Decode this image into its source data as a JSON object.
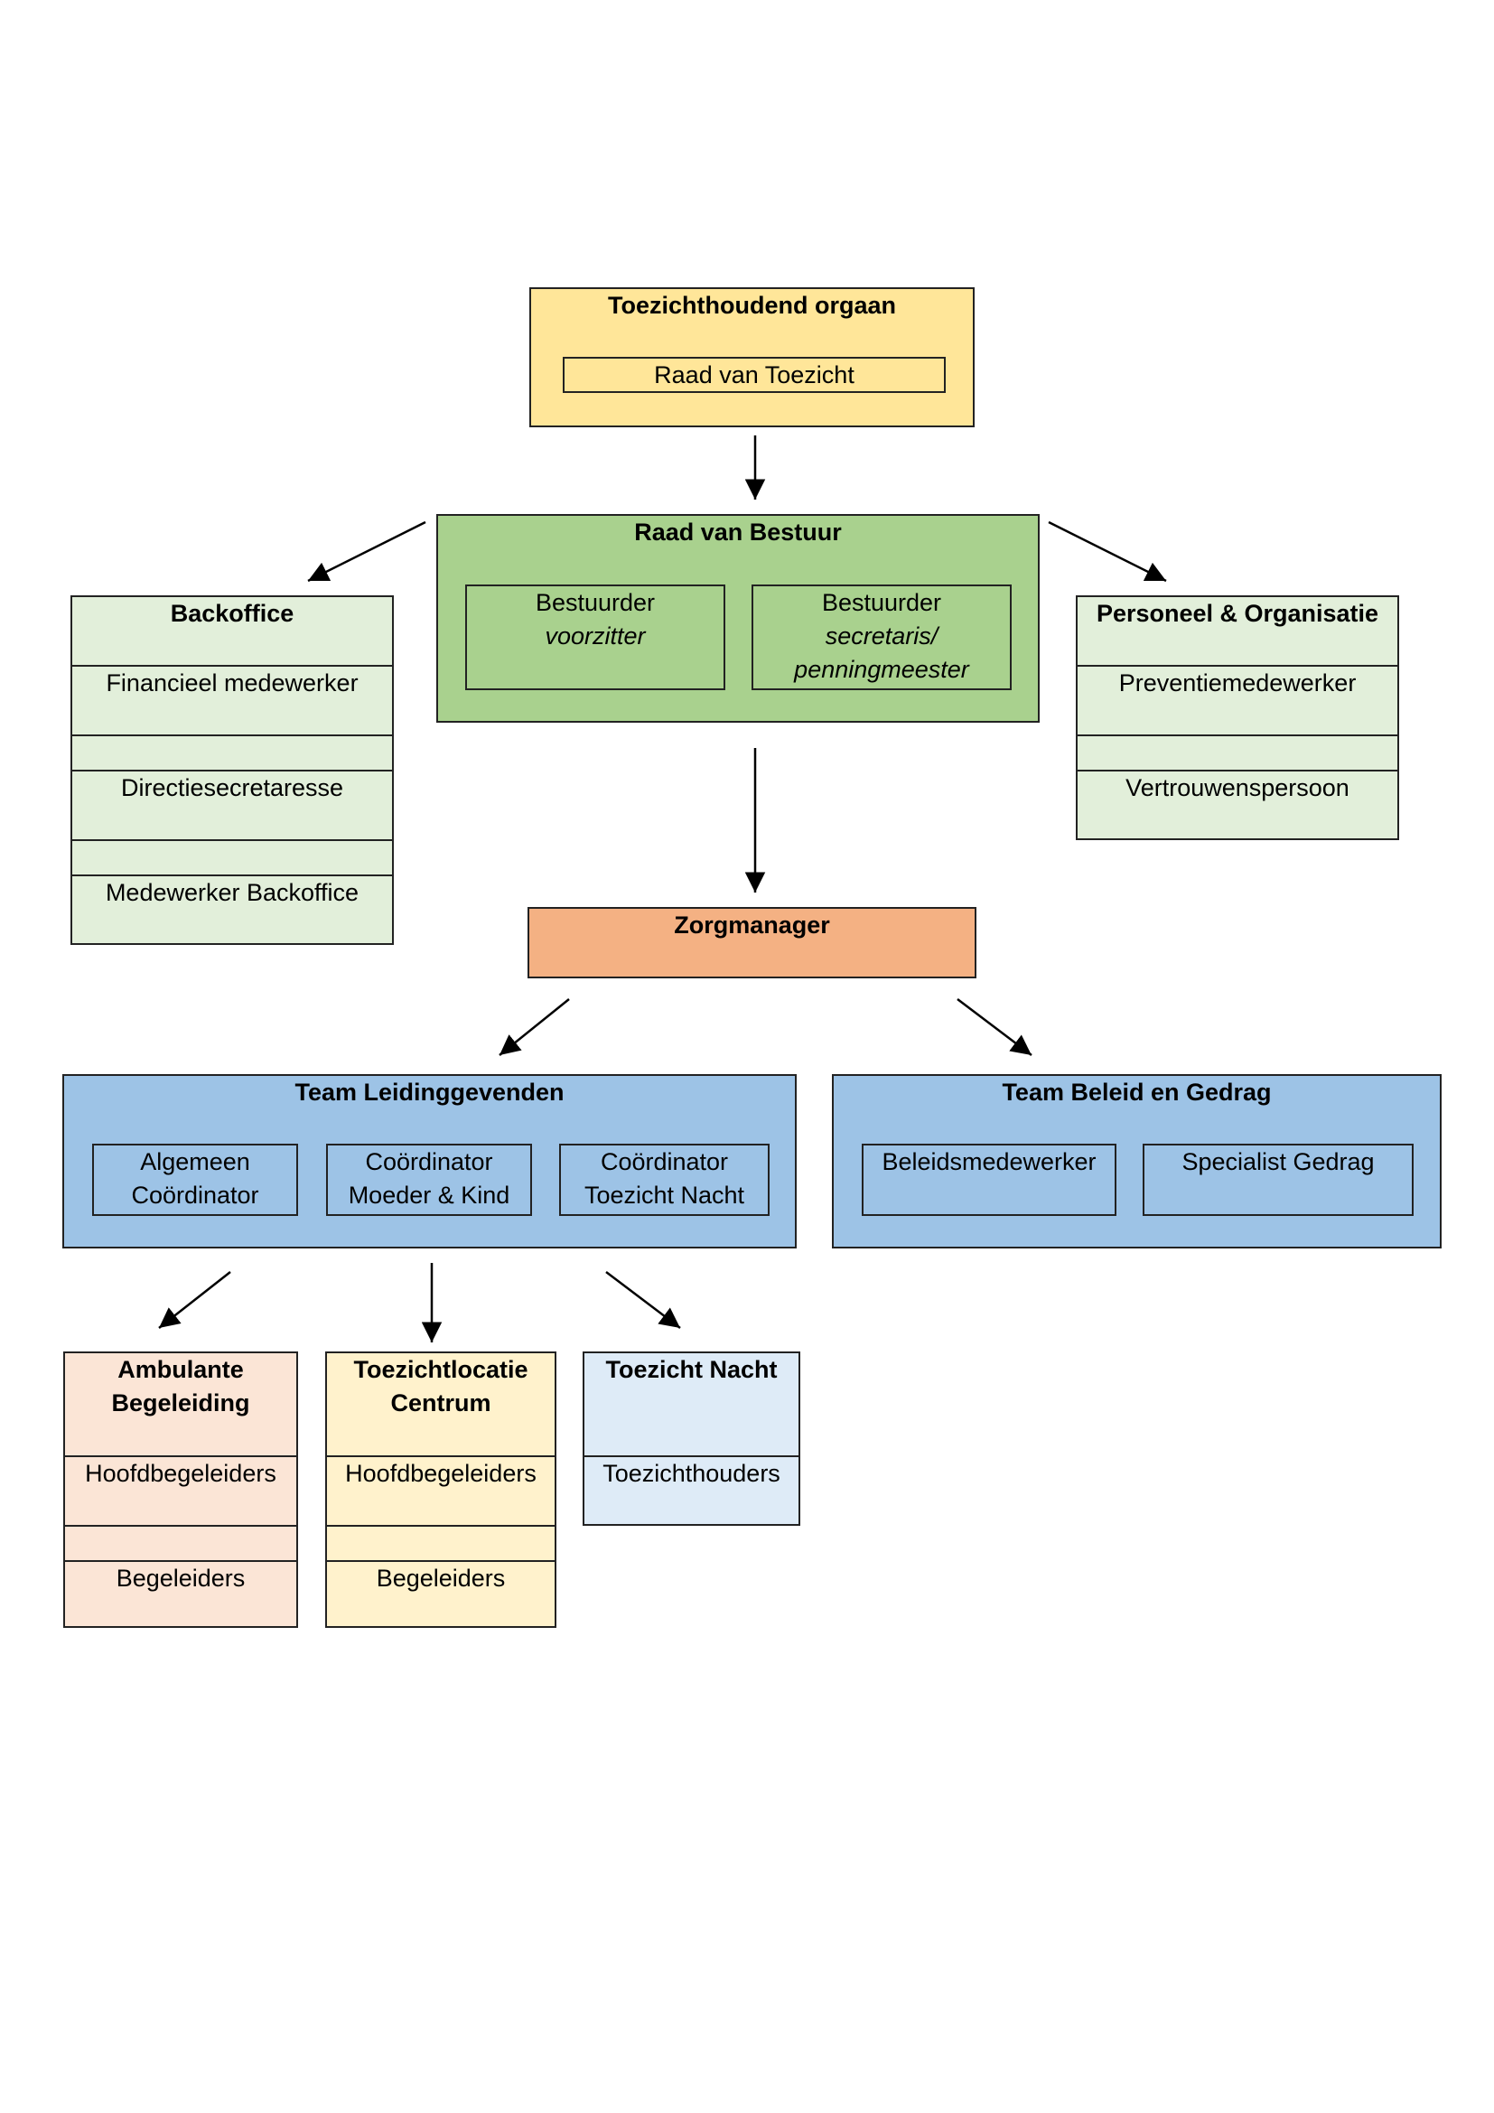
{
  "colors": {
    "yellow": "#FFE699",
    "green_dark": "#A9D18E",
    "green_light": "#E2EFDA",
    "orange": "#F4B183",
    "blue": "#9DC3E6",
    "peach": "#FBE5D6",
    "cream": "#FFF2CC",
    "light_blue": "#DEEBF7"
  },
  "toezicht": {
    "title": "Toezichthoudend orgaan",
    "inner": "Raad van Toezicht"
  },
  "bestuur": {
    "title": "Raad van Bestuur",
    "left": {
      "line1": "Bestuurder",
      "line2": "voorzitter"
    },
    "right": {
      "line1": "Bestuurder",
      "line2": "secretaris/",
      "line3": "penningmeester"
    }
  },
  "backoffice": {
    "title": "Backoffice",
    "items": [
      "Financieel medewerker",
      "",
      "Directiesecretaresse",
      "",
      "Medewerker Backoffice"
    ]
  },
  "personeel": {
    "title": "Personeel & Organisatie",
    "items": [
      "Preventiemedewerker",
      "",
      "Vertrouwenspersoon"
    ]
  },
  "zorgmanager": {
    "title": "Zorgmanager"
  },
  "team_leiding": {
    "title": "Team Leidinggevenden",
    "members": [
      {
        "line1": "Algemeen",
        "line2": "Coördinator"
      },
      {
        "line1": "Coördinator",
        "line2": "Moeder & Kind"
      },
      {
        "line1": "Coördinator",
        "line2": "Toezicht Nacht"
      }
    ]
  },
  "team_beleid": {
    "title": "Team Beleid en Gedrag",
    "members": [
      "Beleidsmedewerker",
      "Specialist Gedrag"
    ]
  },
  "ambulant": {
    "title_line1": "Ambulante",
    "title_line2": "Begeleiding",
    "items": [
      "Hoofdbegeleiders",
      "",
      "Begeleiders"
    ]
  },
  "centrum": {
    "title_line1": "Toezichtlocatie",
    "title_line2": "Centrum",
    "items": [
      "Hoofdbegeleiders",
      "",
      "Begeleiders"
    ]
  },
  "nacht": {
    "title": "Toezicht Nacht",
    "items": [
      "Toezichthouders"
    ]
  }
}
